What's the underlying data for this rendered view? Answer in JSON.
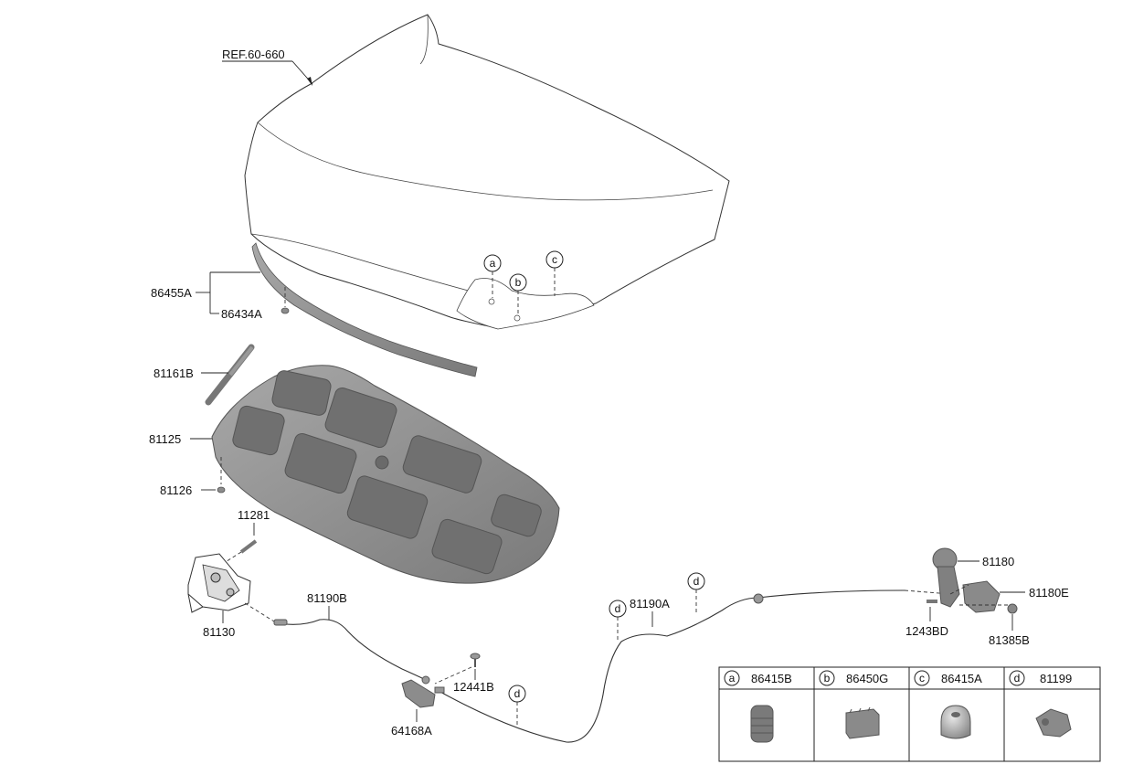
{
  "diagram": {
    "ref_label": "REF.60-660",
    "labels": {
      "p86455A": "86455A",
      "p86434A": "86434A",
      "p81161B": "81161B",
      "p81125": "81125",
      "p81126": "81126",
      "p11281": "11281",
      "p81130": "81130",
      "p81190B": "81190B",
      "p12441B": "12441B",
      "p64168A": "64168A",
      "p81190A": "81190A",
      "p81180": "81180",
      "p81180E": "81180E",
      "p1243BD": "1243BD",
      "p81385B": "81385B"
    },
    "callouts": {
      "a": "a",
      "b": "b",
      "c": "c",
      "d1": "d",
      "d2": "d",
      "d3": "d"
    },
    "legend": [
      {
        "letter": "a",
        "part": "86415B"
      },
      {
        "letter": "b",
        "part": "86450G"
      },
      {
        "letter": "c",
        "part": "86415A"
      },
      {
        "letter": "d",
        "part": "81199"
      }
    ]
  }
}
